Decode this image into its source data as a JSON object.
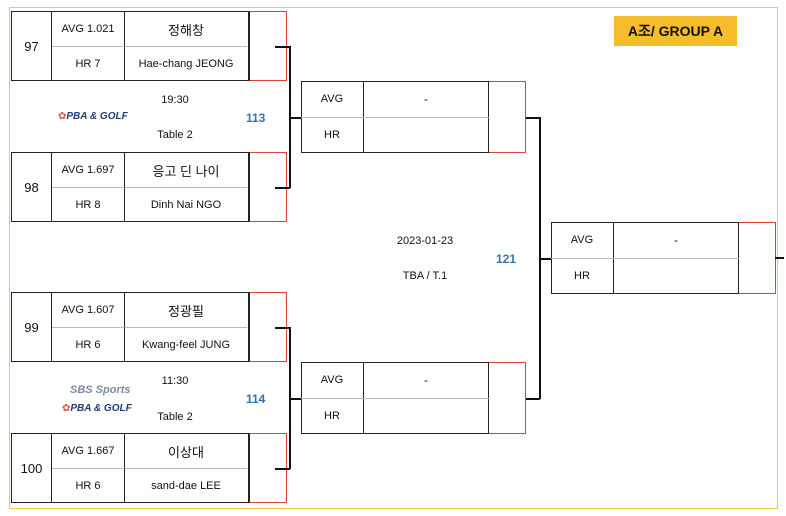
{
  "group_label": "A조/ GROUP A",
  "round1": [
    {
      "seed": "97",
      "avg": "AVG 1.021",
      "hr": "HR 7",
      "name_ko": "정해창",
      "name_en": "Hae-chang JEONG"
    },
    {
      "seed": "98",
      "avg": "AVG 1.697",
      "hr": "HR 8",
      "name_ko": "응고 딘 나이",
      "name_en": "Dinh Nai NGO"
    },
    {
      "seed": "99",
      "avg": "AVG 1.607",
      "hr": "HR 6",
      "name_ko": "정광필",
      "name_en": "Kwang-feel JUNG"
    },
    {
      "seed": "100",
      "avg": "AVG 1.667",
      "hr": "HR 6",
      "name_ko": "이상대",
      "name_en": "sand-dae LEE"
    }
  ],
  "match1": {
    "time": "19:30",
    "table": "Table 2",
    "number": "113",
    "logos": [
      "PBA & GOLF"
    ]
  },
  "match2": {
    "time": "11:30",
    "table": "Table 2",
    "number": "114",
    "logos": [
      "SBS Sports",
      "PBA & GOLF"
    ]
  },
  "round2": [
    {
      "avg_label": "AVG",
      "hr_label": "HR",
      "value": "-"
    },
    {
      "avg_label": "AVG",
      "hr_label": "HR",
      "value": "-"
    }
  ],
  "final": {
    "avg_label": "AVG",
    "hr_label": "HR",
    "value": "-",
    "date": "2023-01-23",
    "venue": "TBA / T.1",
    "number": "121"
  }
}
